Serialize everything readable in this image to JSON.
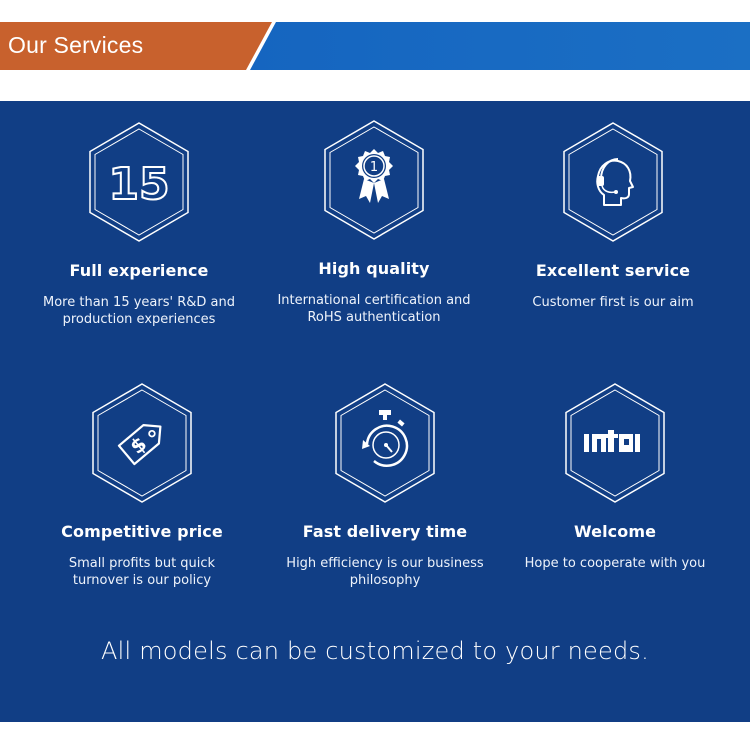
{
  "header": {
    "title": "Our Services"
  },
  "services": [
    {
      "icon": "number-15-icon",
      "badge_text": "15",
      "name": "Full experience",
      "description": "More than 15 years' R&D and production experiences"
    },
    {
      "icon": "award-ribbon-icon",
      "badge_text": "1",
      "name": "High quality",
      "description": "International certification and RoHS authentication"
    },
    {
      "icon": "headset-agent-icon",
      "name": "Excellent service",
      "description": "Customer first is our aim"
    },
    {
      "icon": "price-tag-dollar-icon",
      "name": "Competitive price",
      "description": "Small profits but quick turnover is our policy"
    },
    {
      "icon": "stopwatch-icon",
      "name": "Fast delivery time",
      "description": "High efficiency is our business philosophy"
    },
    {
      "icon": "intai-logo-icon",
      "logo_text": "intai",
      "name": "Welcome",
      "description": "Hope to cooperate with you"
    }
  ],
  "footer_note": "All models can be customized to your needs.",
  "colors": {
    "orange": "#c8612d",
    "blue": "#1565c0",
    "panel": "#113e85"
  }
}
